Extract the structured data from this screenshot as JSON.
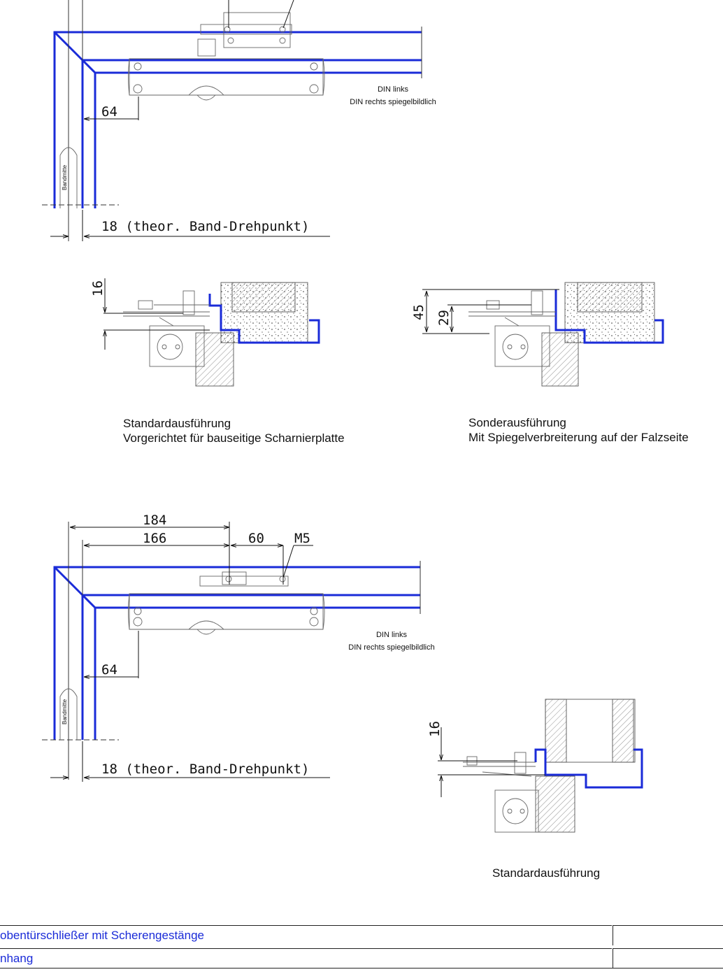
{
  "drawing_top": {
    "note_line1": "DIN links",
    "note_line2": "DIN rechts spiegelbildlich",
    "dim_64": "64",
    "dim_18": "18 (theor. Band-Drehpunkt)",
    "band_label": "Bandmitte"
  },
  "section_left": {
    "dim_16": "16",
    "caption_line1": "Standardausführung",
    "caption_line2": "Vorgerichtet für bauseitige Scharnierplatte"
  },
  "section_right": {
    "dim_45": "45",
    "dim_29": "29",
    "caption_line1": "Sonderausführung",
    "caption_line2": "Mit Spiegelverbreiterung auf der Falzseite"
  },
  "drawing_bottom": {
    "dim_184": "184",
    "dim_166": "166",
    "dim_60": "60",
    "dim_m5": "M5",
    "dim_64": "64",
    "dim_18": "18 (theor. Band-Drehpunkt)",
    "band_label": "Bandmitte",
    "note_line1": "DIN links",
    "note_line2": "DIN rechts spiegelbildlich"
  },
  "section_bottom": {
    "dim_16": "16",
    "caption": "Standardausführung"
  },
  "title_block": {
    "row1": "obentürschließer mit Scherengestänge",
    "row2": "nhang"
  },
  "colors": {
    "frame_line": "#1a2bd8",
    "drawing_line": "#333333",
    "title_text": "#1a2bd8"
  }
}
